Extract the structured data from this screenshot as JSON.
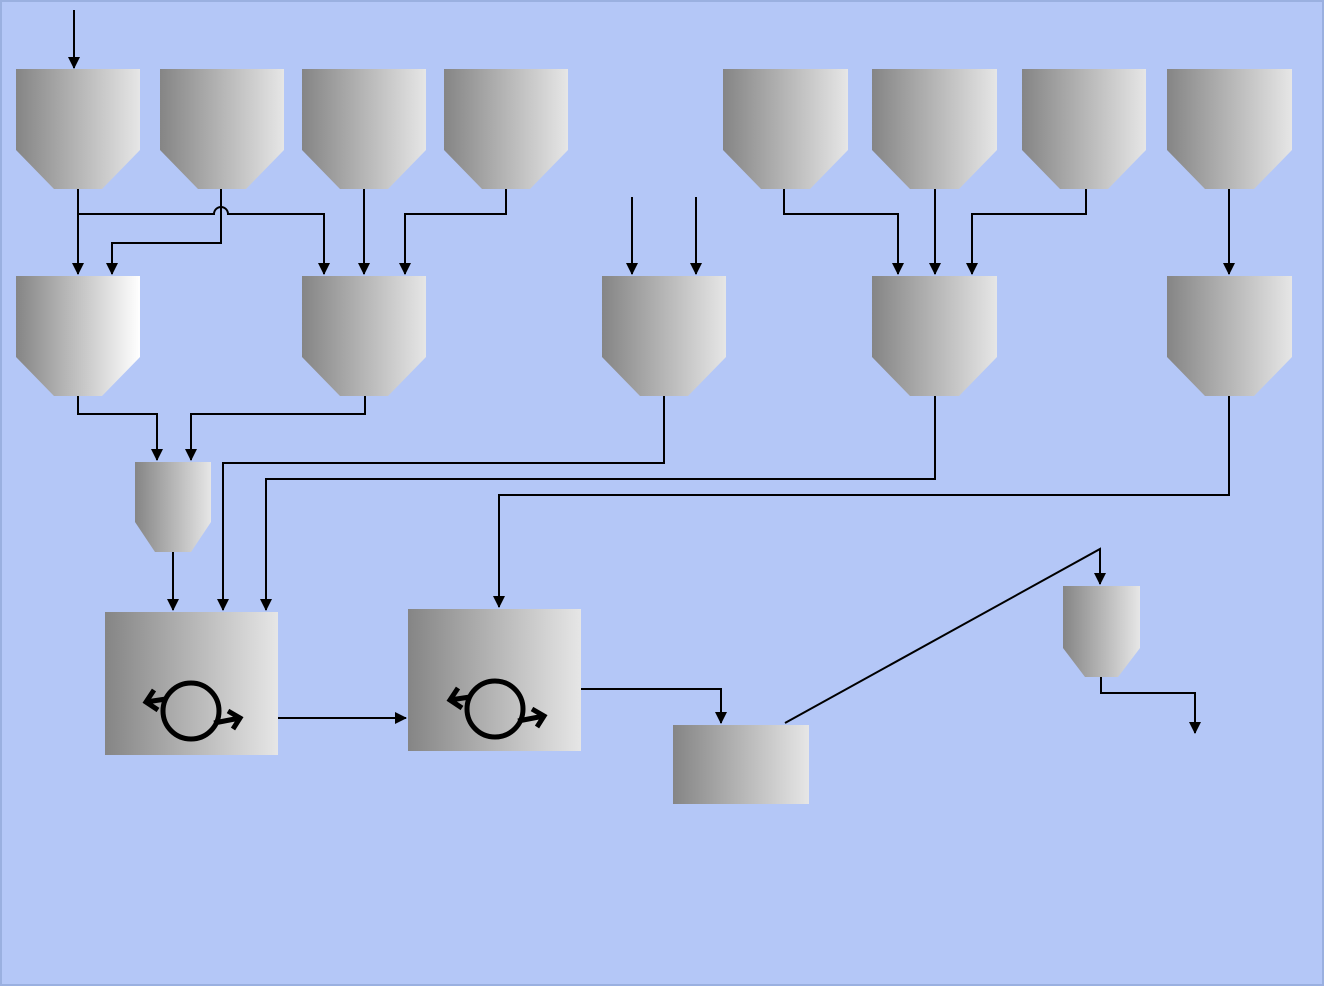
{
  "diagram": {
    "background_color": "#b4c7f7",
    "border_color": "#9ab0e0",
    "equipment_fill_dark": "#858585",
    "equipment_fill_light": "#e6e6e6",
    "line_color": "#000000",
    "top_silos": [
      {
        "id": "silo-a1"
      },
      {
        "id": "silo-a2"
      },
      {
        "id": "silo-a3"
      },
      {
        "id": "silo-a4"
      },
      {
        "id": "silo-b1"
      },
      {
        "id": "silo-b2"
      },
      {
        "id": "silo-b3"
      },
      {
        "id": "silo-b4"
      }
    ],
    "middle_bins": [
      {
        "id": "bin-1"
      },
      {
        "id": "bin-2"
      },
      {
        "id": "bin-3"
      },
      {
        "id": "bin-4"
      },
      {
        "id": "bin-5"
      }
    ],
    "small_hoppers": [
      {
        "id": "weigh-hopper"
      },
      {
        "id": "outlet-hopper"
      }
    ],
    "mixers": [
      {
        "id": "mixer-1",
        "icon": "rotation-icon"
      },
      {
        "id": "mixer-2",
        "icon": "rotation-icon"
      }
    ],
    "receiver": {
      "id": "surge-bin"
    }
  }
}
